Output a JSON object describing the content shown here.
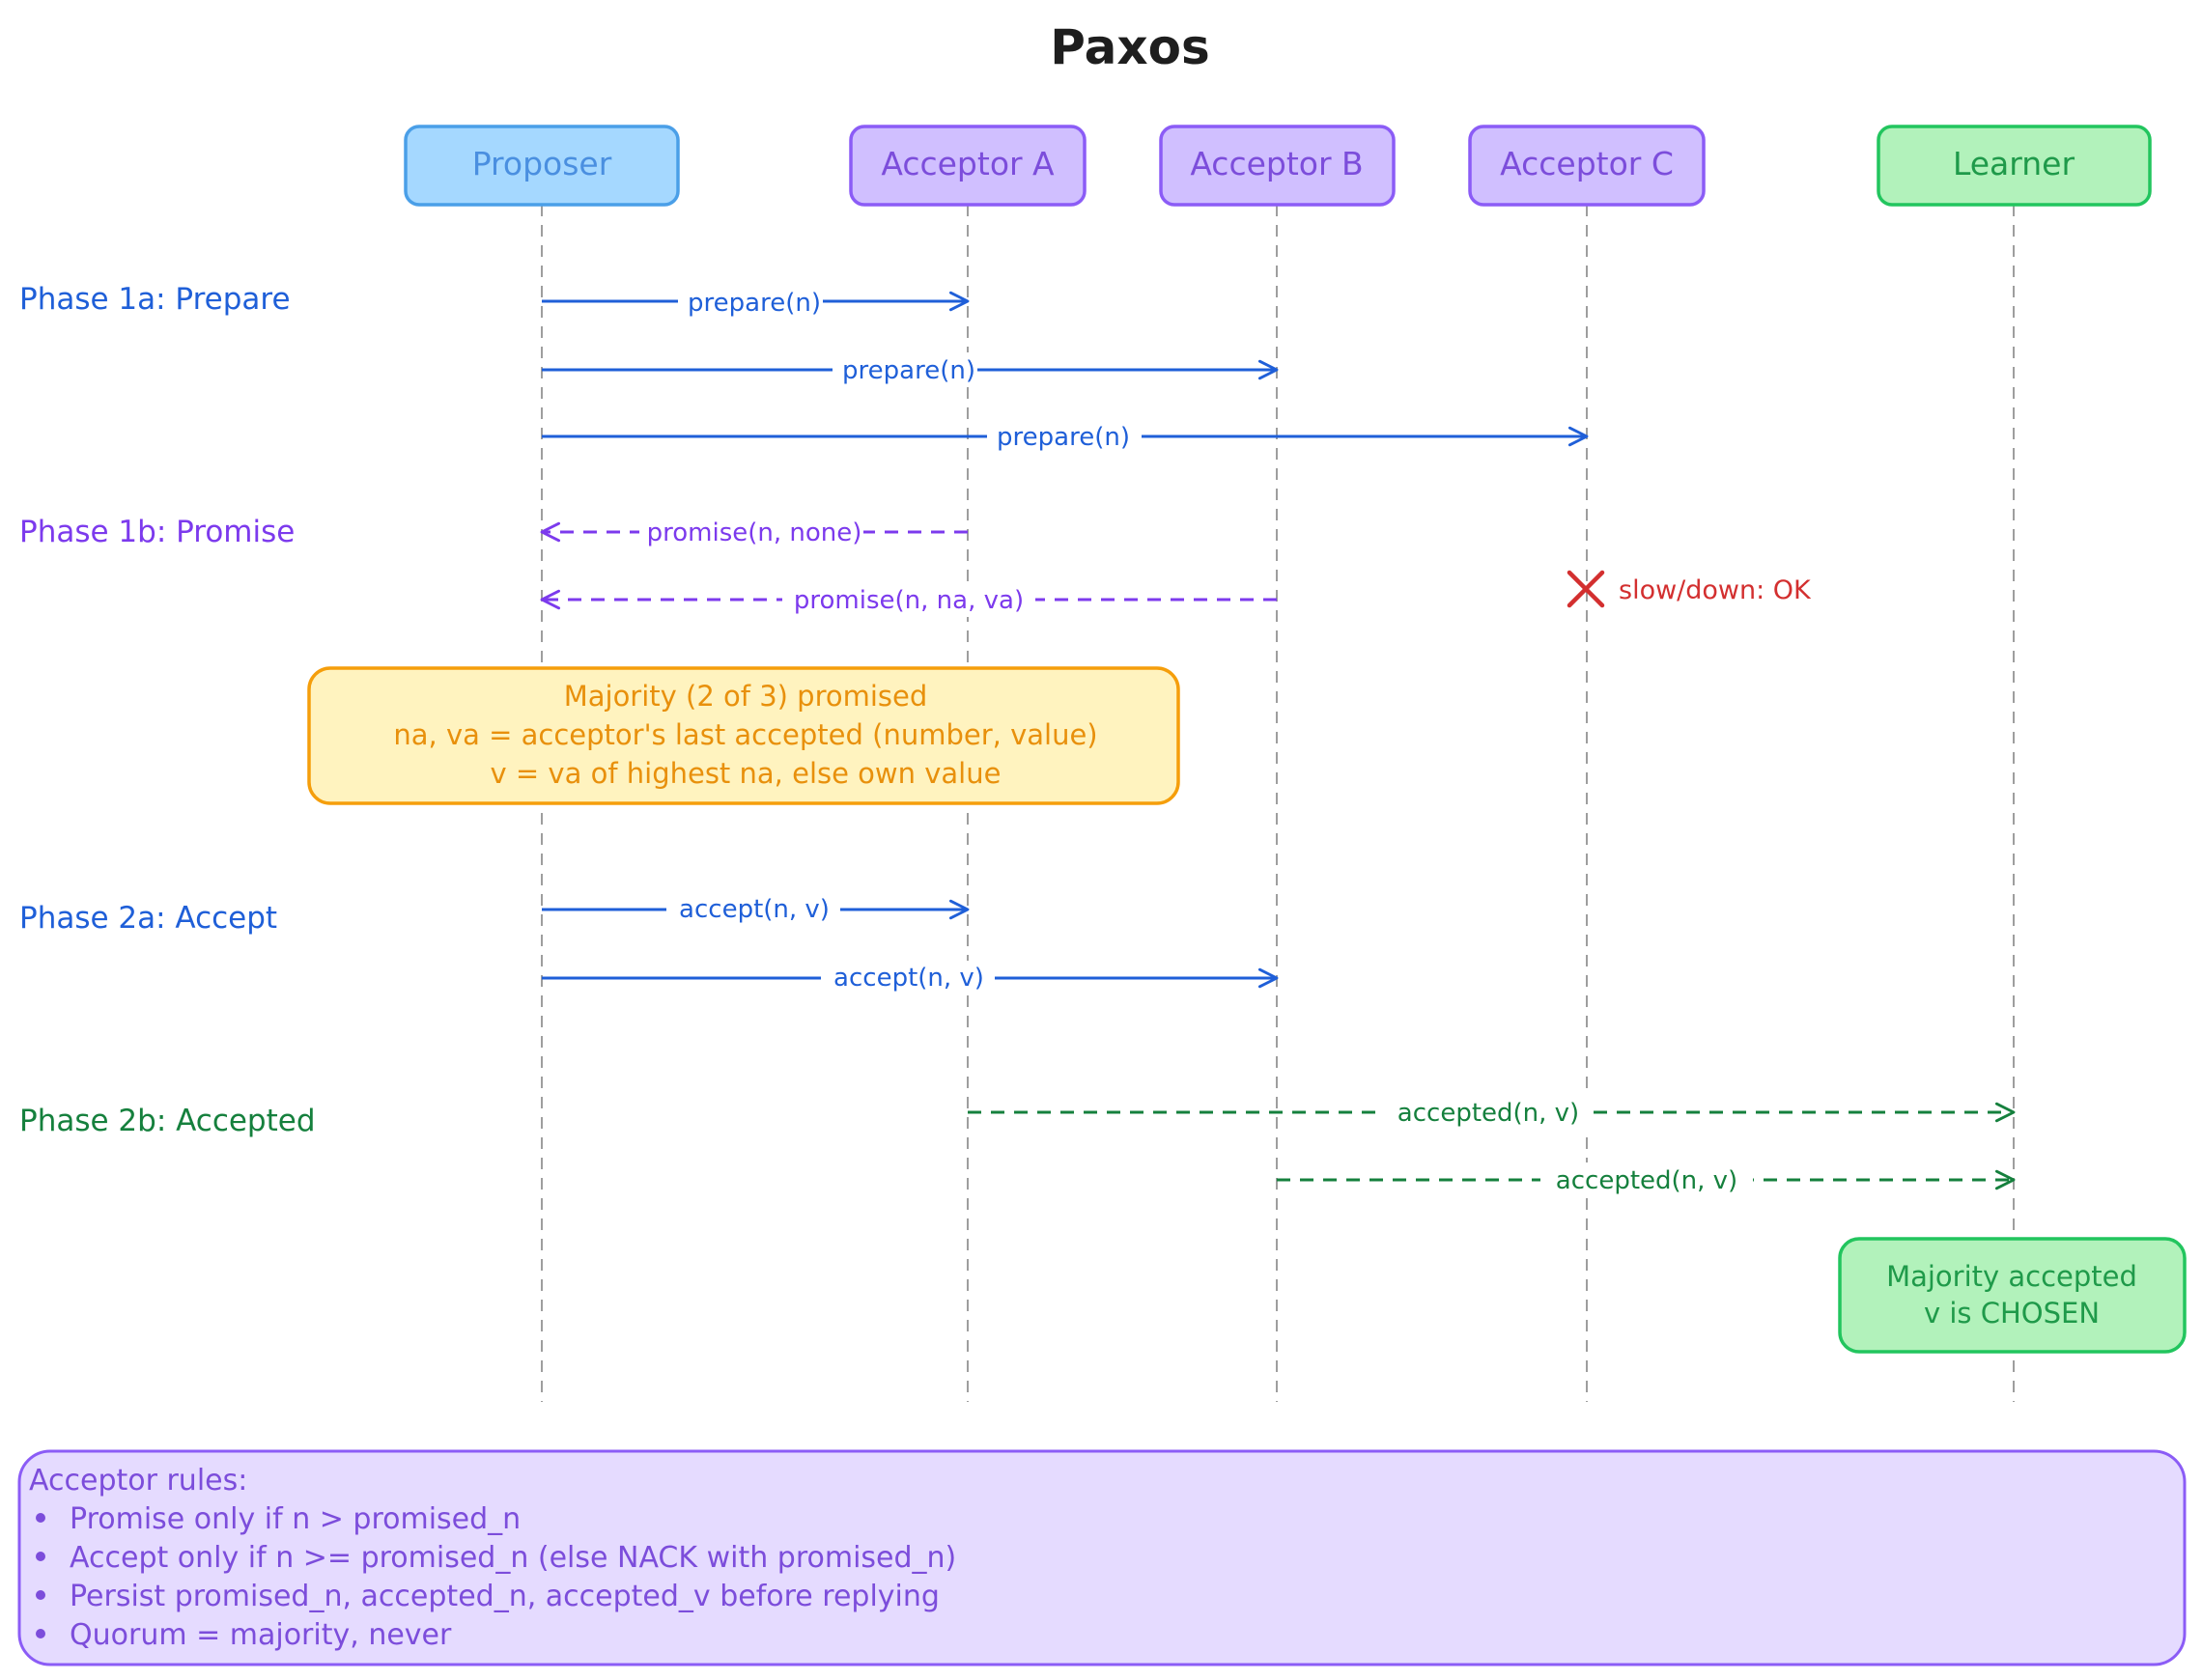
{
  "title": "Paxos",
  "colors": {
    "blue": "#1f5fd8",
    "purple": "#7c3aed",
    "green": "#15803d",
    "red": "#d32f2f",
    "amber": "#f59e0b",
    "lifeline": "#9e9e9e"
  },
  "participants": [
    {
      "id": "proposer",
      "label": "Proposer",
      "fill": "#a5d8ff",
      "stroke": "#4a9fe8",
      "text": "#4a8fe0"
    },
    {
      "id": "acceptor-a",
      "label": "Acceptor A",
      "fill": "#d0bfff",
      "stroke": "#8b5cf6",
      "text": "#7c4ddb"
    },
    {
      "id": "acceptor-b",
      "label": "Acceptor B",
      "fill": "#d0bfff",
      "stroke": "#8b5cf6",
      "text": "#7c4ddb"
    },
    {
      "id": "acceptor-c",
      "label": "Acceptor C",
      "fill": "#d0bfff",
      "stroke": "#8b5cf6",
      "text": "#7c4ddb"
    },
    {
      "id": "learner",
      "label": "Learner",
      "fill": "#b2f2bb",
      "stroke": "#22c55e",
      "text": "#1f9a4a"
    }
  ],
  "phases": [
    {
      "id": "phase-1a",
      "label": "Phase 1a: Prepare",
      "color": "#1f5fd8"
    },
    {
      "id": "phase-1b",
      "label": "Phase 1b: Promise",
      "color": "#7c3aed"
    },
    {
      "id": "phase-2a",
      "label": "Phase 2a: Accept",
      "color": "#1f5fd8"
    },
    {
      "id": "phase-2b",
      "label": "Phase 2b: Accepted",
      "color": "#15803d"
    }
  ],
  "messages": [
    {
      "from": "proposer",
      "to": "acceptor-a",
      "label": "prepare(n)",
      "style": "solid",
      "color": "#1f5fd8"
    },
    {
      "from": "proposer",
      "to": "acceptor-b",
      "label": "prepare(n)",
      "style": "solid",
      "color": "#1f5fd8"
    },
    {
      "from": "proposer",
      "to": "acceptor-c",
      "label": "prepare(n)",
      "style": "solid",
      "color": "#1f5fd8"
    },
    {
      "from": "acceptor-a",
      "to": "proposer",
      "label": "promise(n, none)",
      "style": "dashed",
      "color": "#7c3aed"
    },
    {
      "from": "acceptor-b",
      "to": "proposer",
      "label": "promise(n, na, va)",
      "style": "dashed",
      "color": "#7c3aed"
    },
    {
      "from": "proposer",
      "to": "acceptor-a",
      "label": "accept(n, v)",
      "style": "solid",
      "color": "#1f5fd8"
    },
    {
      "from": "proposer",
      "to": "acceptor-b",
      "label": "accept(n, v)",
      "style": "solid",
      "color": "#1f5fd8"
    },
    {
      "from": "acceptor-a",
      "to": "learner",
      "label": "accepted(n, v)",
      "style": "dashed",
      "color": "#15803d"
    },
    {
      "from": "acceptor-b",
      "to": "learner",
      "label": "accepted(n, v)",
      "style": "dashed",
      "color": "#15803d"
    }
  ],
  "failure": {
    "on": "acceptor-c",
    "label": "slow/down: OK",
    "icon": "x-mark-icon",
    "color": "#d32f2f"
  },
  "majority_note": {
    "lines": [
      "Majority (2 of 3) promised",
      "na, va = acceptor's last accepted (number, value)",
      "v = va of highest na, else own value"
    ],
    "fill": "#fff3bf",
    "stroke": "#f59e0b",
    "text": "#e8900c"
  },
  "chosen_note": {
    "lines": [
      "Majority accepted",
      "v is CHOSEN"
    ],
    "fill": "#b2f2bb",
    "stroke": "#22c55e",
    "text": "#1f9a4a"
  },
  "rules": {
    "heading": "Acceptor rules:",
    "items": [
      "Promise only if n > promised_n",
      "Accept only if n >= promised_n (else NACK with promised_n)",
      "Persist promised_n, accepted_n, accepted_v before replying",
      "Quorum = majority, never"
    ],
    "fill": "#e5dbff",
    "stroke": "#8b5cf6",
    "text": "#7c4ddb"
  }
}
